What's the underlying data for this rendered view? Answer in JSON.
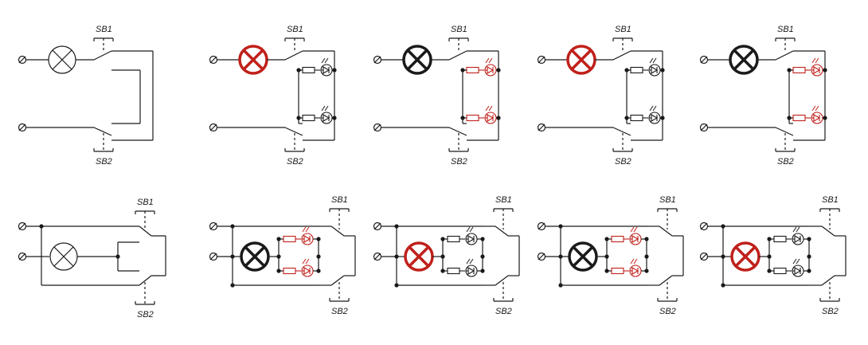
{
  "figure": {
    "title": "Pass-through switch wiring diagrams with indicator LEDs",
    "label_sb1": "SB1",
    "label_sb2": "SB2",
    "colors": {
      "wire": "#1a1a1a",
      "active": "#c0201b"
    }
  },
  "diagrams": [
    {
      "id": "top-1",
      "row": "top",
      "lamp": "off",
      "led1": "none",
      "led2": "none",
      "sb1_pos": "top",
      "sb2_pos": "bottom"
    },
    {
      "id": "top-2",
      "row": "top",
      "lamp": "on",
      "led1": "off",
      "led2": "off",
      "sb1_pos": "top",
      "sb2_pos": "bottom"
    },
    {
      "id": "top-3",
      "row": "top",
      "lamp": "off-bold",
      "led1": "on",
      "led2": "on",
      "sb1_pos": "top",
      "sb2_pos": "bottom"
    },
    {
      "id": "top-4",
      "row": "top",
      "lamp": "on",
      "led1": "off",
      "led2": "off",
      "sb1_pos": "top",
      "sb2_pos": "bottom"
    },
    {
      "id": "top-5",
      "row": "top",
      "lamp": "off-bold",
      "led1": "on",
      "led2": "on",
      "sb1_pos": "top",
      "sb2_pos": "bottom"
    },
    {
      "id": "bottom-1",
      "row": "bottom",
      "lamp": "off",
      "led1": "none",
      "led2": "none",
      "sb1_pos": "top",
      "sb2_pos": "bottom"
    },
    {
      "id": "bottom-2",
      "row": "bottom",
      "lamp": "off-bold",
      "led1": "on",
      "led2": "on",
      "sb1_pos": "top",
      "sb2_pos": "bottom"
    },
    {
      "id": "bottom-3",
      "row": "bottom",
      "lamp": "on",
      "led1": "off",
      "led2": "off",
      "sb1_pos": "top",
      "sb2_pos": "bottom"
    },
    {
      "id": "bottom-4",
      "row": "bottom",
      "lamp": "off-bold",
      "led1": "on",
      "led2": "on",
      "sb1_pos": "top",
      "sb2_pos": "bottom"
    },
    {
      "id": "bottom-5",
      "row": "bottom",
      "lamp": "on",
      "led1": "off",
      "led2": "off",
      "sb1_pos": "top",
      "sb2_pos": "bottom"
    }
  ]
}
